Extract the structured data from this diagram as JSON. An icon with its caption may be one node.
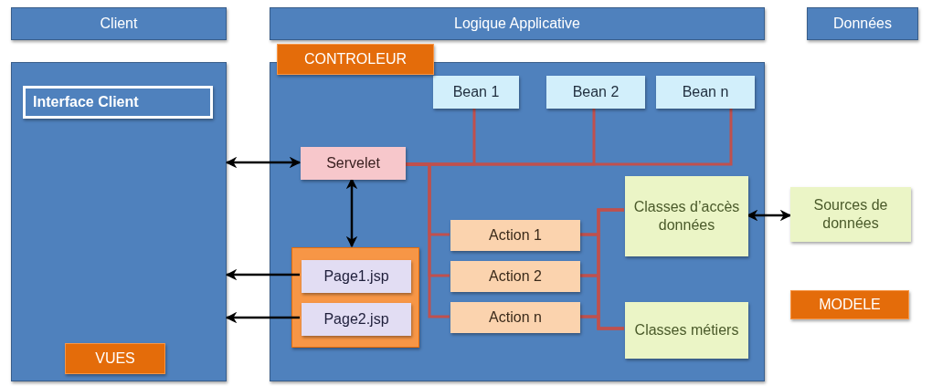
{
  "diagram": {
    "nodes": [
      {
        "text": [
          "Client"
        ]
      },
      {
        "text": [
          "Logique Applicative"
        ]
      },
      {
        "text": [
          "Données"
        ]
      },
      {
        "text": [],
        "shape": "box"
      },
      {
        "text": [
          "Interface Client"
        ],
        "in": 3
      },
      {
        "text": [
          "VUES"
        ],
        "in": 3
      },
      {
        "text": [],
        "shape": "box"
      },
      {
        "text": [
          "CONTROLEUR"
        ]
      },
      {
        "text": [
          "Bean 1"
        ],
        "in": 6
      },
      {
        "text": [
          "Bean 2"
        ],
        "in": 6
      },
      {
        "text": [
          "Bean n"
        ],
        "in": 6
      },
      {
        "text": [
          "Servelet"
        ],
        "in": 6
      },
      {
        "text": [],
        "shape": "box",
        "in": 6
      },
      {
        "text": [
          "Page1.jsp"
        ],
        "in": 12
      },
      {
        "text": [
          "Page2.jsp"
        ],
        "in": 12
      },
      {
        "text": [
          "Action 1"
        ],
        "in": 6
      },
      {
        "text": [
          "Action 2"
        ],
        "in": 6
      },
      {
        "text": [
          "Action n"
        ],
        "in": 6
      },
      {
        "text": [
          "Classes d’accès données"
        ],
        "in": 6
      },
      {
        "text": [
          "Classes métiers"
        ],
        "in": 6
      },
      {
        "text": [
          "Sources de données"
        ]
      },
      {
        "text": [
          "MODELE"
        ]
      }
    ],
    "edges": [
      {
        "from": 3,
        "to": 11,
        "arrow": "both",
        "color": "#000000"
      },
      {
        "from": 11,
        "to": 12,
        "arrow": "both",
        "color": "#000000"
      },
      {
        "from": 13,
        "to": 3,
        "arrow": "to",
        "color": "#000000"
      },
      {
        "from": 14,
        "to": 3,
        "arrow": "to",
        "color": "#000000"
      },
      {
        "from": 11,
        "to": 8,
        "arrow": "none"
      },
      {
        "from": 11,
        "to": 9,
        "arrow": "none"
      },
      {
        "from": 11,
        "to": 10,
        "arrow": "none"
      },
      {
        "from": 11,
        "to": 15,
        "arrow": "none"
      },
      {
        "from": 11,
        "to": 16,
        "arrow": "none"
      },
      {
        "from": 11,
        "to": 17,
        "arrow": "none"
      },
      {
        "from": 15,
        "to": 18,
        "arrow": "none"
      },
      {
        "from": 15,
        "to": 19,
        "arrow": "none"
      },
      {
        "from": 16,
        "to": 18,
        "arrow": "none"
      },
      {
        "from": 16,
        "to": 19,
        "arrow": "none"
      },
      {
        "from": 17,
        "to": 18,
        "arrow": "none"
      },
      {
        "from": 17,
        "to": 19,
        "arrow": "none"
      },
      {
        "from": 18,
        "to": 20,
        "arrow": "both",
        "color": "#000000"
      }
    ]
  }
}
